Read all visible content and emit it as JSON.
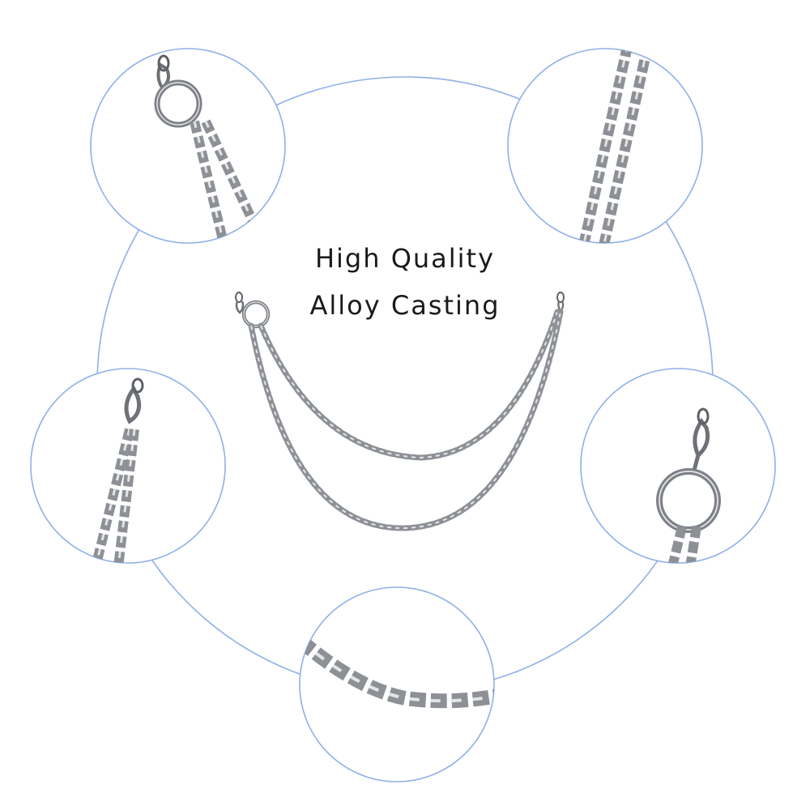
{
  "headline": {
    "line_1": "High Quality",
    "line_2": "Alloy Casting"
  },
  "colors": {
    "ring_stroke": "#8fb0e8",
    "chain_metal": "#9a9ea3",
    "chain_highlight": "#e2e4e6",
    "chain_shadow": "#5d6166",
    "background": "#ffffff"
  },
  "detail_views": [
    {
      "subject": "ring-with-clasp-and-chains"
    },
    {
      "subject": "double-chain-closeup"
    },
    {
      "subject": "clasp-with-double-chain"
    },
    {
      "subject": "clasp-and-ring"
    },
    {
      "subject": "single-chain-links"
    }
  ]
}
